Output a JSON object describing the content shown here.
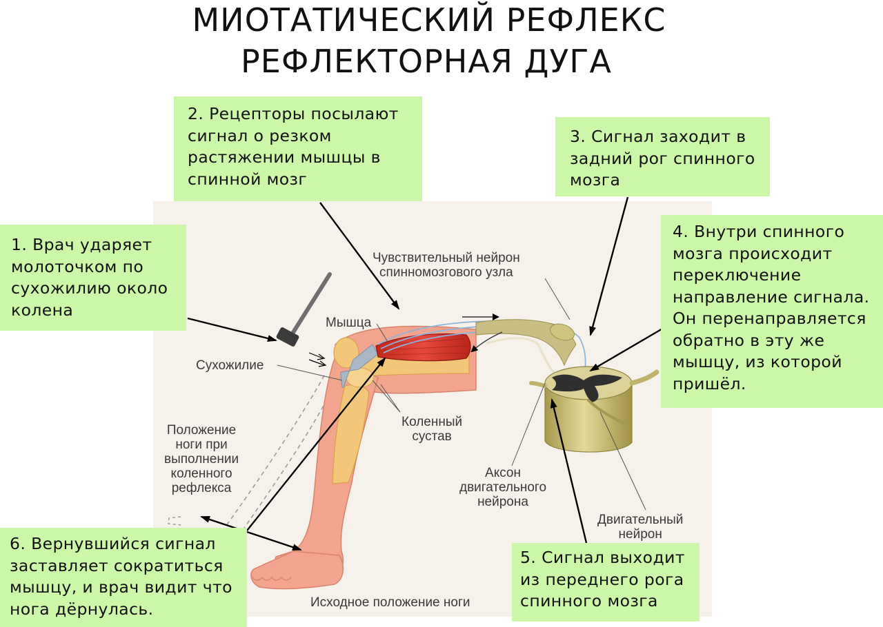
{
  "title": {
    "line1": "МИОТАТИЧЕСКИЙ РЕФЛЕКС",
    "line2": "РЕФЛЕКТОРНАЯ ДУГА"
  },
  "boxes": {
    "step1": "1. Врач ударяет\nмолоточком по\nсухожилию около\nколена",
    "step2": "2. Рецепторы посылают\nсигнал о резком\nрастяжении мышцы в\nспинной мозг",
    "step3": "3. Сигнал заходит в\nзадний рог спинного\nмозга",
    "step4": "4. Внутри спинного\nмозга происходит\nпереключение\nнаправление сигнала.\nОн перенаправляется\nобратно в эту же\nмышцу, из которой\nпришёл.",
    "step5": "5. Сигнал выходит\nиз переднего рога\nспинного мозга",
    "step6": "6. Вернувшийся сигнал\nзаставляет сократиться\nмышцу, и врач видит что\nнога дёрнулась."
  },
  "labels": {
    "sensory_neuron": "Чувствительный нейрон\nспинномозгового узла",
    "muscle": "Мышца",
    "tendon": "Сухожилие",
    "knee_joint": "Коленный\nсустав",
    "leg_position": "Положение\nноги при\nвыполнении\nколенного\nрефлекса",
    "motor_axon": "Аксон\nдвигательного\nнейрона",
    "motor_neuron": "Двигательный\nнейрон",
    "initial_position": "Исходное положение ноги"
  },
  "colors": {
    "box_fill": "#ccf7a8",
    "muscle": "#d83a30",
    "skin": "#f2a48e",
    "bone": "#f2c77a",
    "spinal_cord": "#cfc27a",
    "background_panel": "#f6f1ea"
  }
}
